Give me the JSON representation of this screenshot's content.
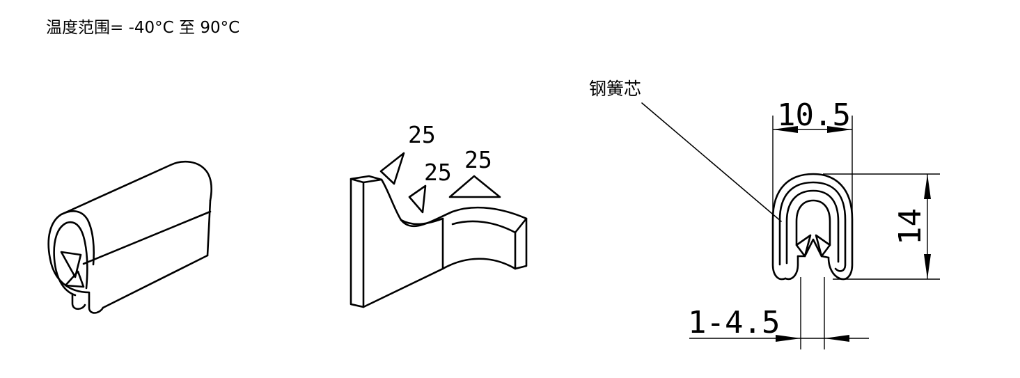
{
  "header": {
    "temperature_range": "温度范围= -40°C 至 90°C"
  },
  "detail": {
    "roughness_values": [
      "25",
      "25",
      "25"
    ]
  },
  "section": {
    "core_label": "钢簧芯",
    "width_dim": "10.5",
    "height_dim": "14",
    "clamp_range_dim": "1-4.5"
  }
}
